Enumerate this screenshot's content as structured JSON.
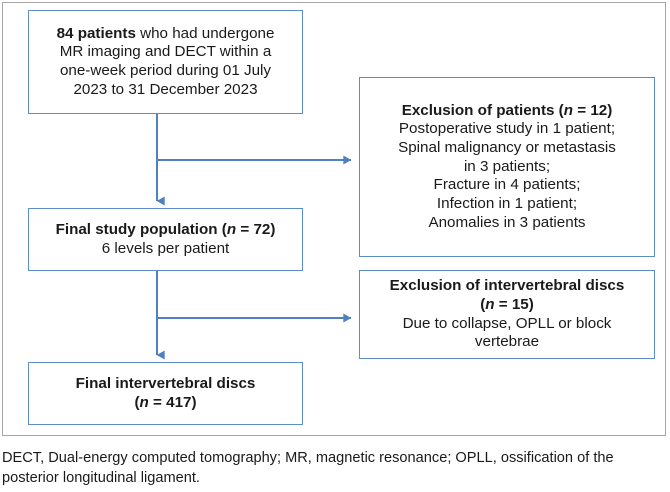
{
  "figure": {
    "type": "flowchart",
    "accent_color": "#4E81BD",
    "box_border_color": "#5B8DC8",
    "frame_color": "#A6A6A6",
    "text_color": "#1A1A1A",
    "background": "#FFFFFF"
  },
  "nodes": {
    "source": {
      "name": "study-source-box",
      "lines": [
        {
          "bold": "84 patients",
          "rest": " who had undergone"
        },
        {
          "bold": "",
          "rest": "MR imaging and DECT within a"
        },
        {
          "bold": "",
          "rest": "one-week period during 01 July"
        },
        {
          "bold": "",
          "rest": "2023 to 31 December 2023"
        }
      ]
    },
    "exclusion_patients": {
      "name": "exclusion-patients-box",
      "heading_pre": "Exclusion of patients (",
      "heading_n": "n",
      "heading_post": " = 12)",
      "lines": [
        "Postoperative study in 1 patient;",
        "Spinal malignancy or metastasis",
        "in 3 patients;",
        "Fracture in 4 patients;",
        "Infection in 1 patient;",
        "Anomalies in 3 patients"
      ]
    },
    "population": {
      "name": "final-study-population-box",
      "heading_pre": "Final study population (",
      "heading_n": "n",
      "heading_post": " = 72)",
      "lines": [
        "6 levels per patient"
      ]
    },
    "exclusion_discs": {
      "name": "exclusion-discs-box",
      "heading_line1": "Exclusion of intervertebral discs",
      "heading_pre": "(",
      "heading_n": "n",
      "heading_post": " = 15)",
      "lines": [
        "Due to collapse, OPLL or block",
        "vertebrae"
      ]
    },
    "final": {
      "name": "final-intervertebral-discs-box",
      "heading_line1": "Final intervertebral discs",
      "heading_pre": "(",
      "heading_n": "n",
      "heading_post": " = 417)"
    }
  },
  "footnote": {
    "line1": "DECT, Dual-energy computed tomography; MR, magnetic resonance; OPLL, ossification of",
    "line2": "the posterior longitudinal ligament."
  }
}
